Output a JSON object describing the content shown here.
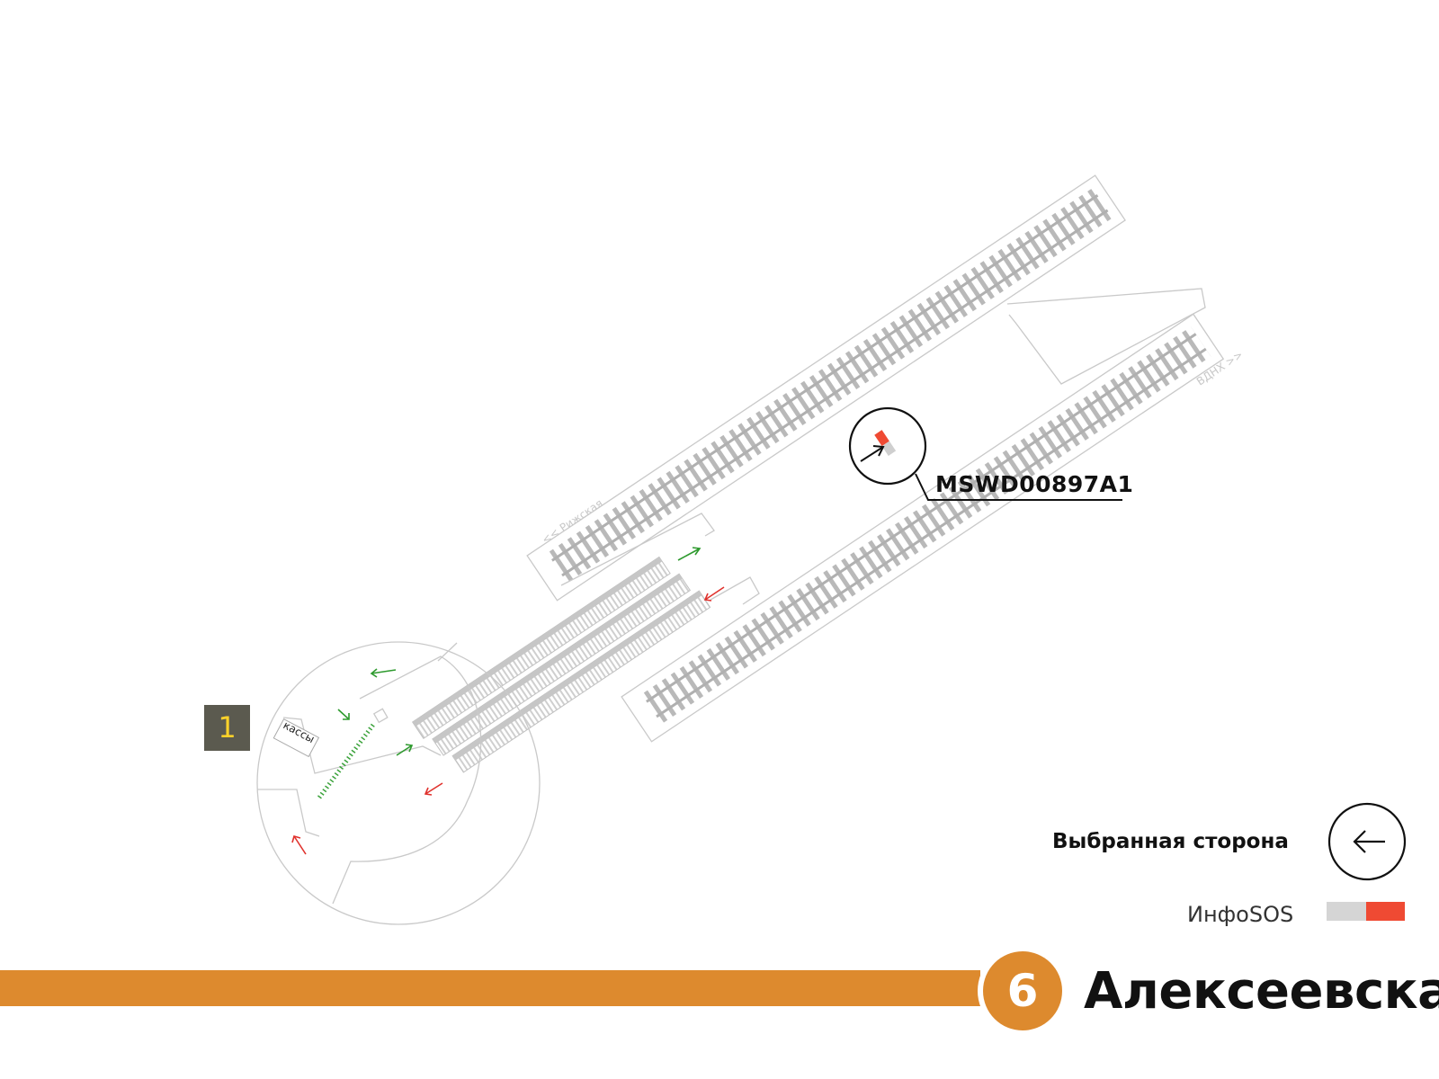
{
  "station": {
    "line_number": "6",
    "name": "Алексеевская",
    "line_color": "#dd8a2e"
  },
  "exit": {
    "number": "1"
  },
  "labels": {
    "ticket_office": "кассы",
    "direction_left": "<< Рижская",
    "direction_right": "ВДНХ >>"
  },
  "device": {
    "code": "MSWD00897A1",
    "icon": "infosos-direction-icon"
  },
  "legend": {
    "selected_side_label": "Выбранная сторона",
    "selected_side_icon": "arrow-left-icon",
    "infosos_label": "ИнфоSOS",
    "infosos_colors": [
      "#d5d5d5",
      "#ef4a33"
    ]
  },
  "colors": {
    "track": "#b7b7b7",
    "outline": "#c9c9c9",
    "arrow_up": "#2e9a2e",
    "arrow_down": "#e0322d"
  }
}
